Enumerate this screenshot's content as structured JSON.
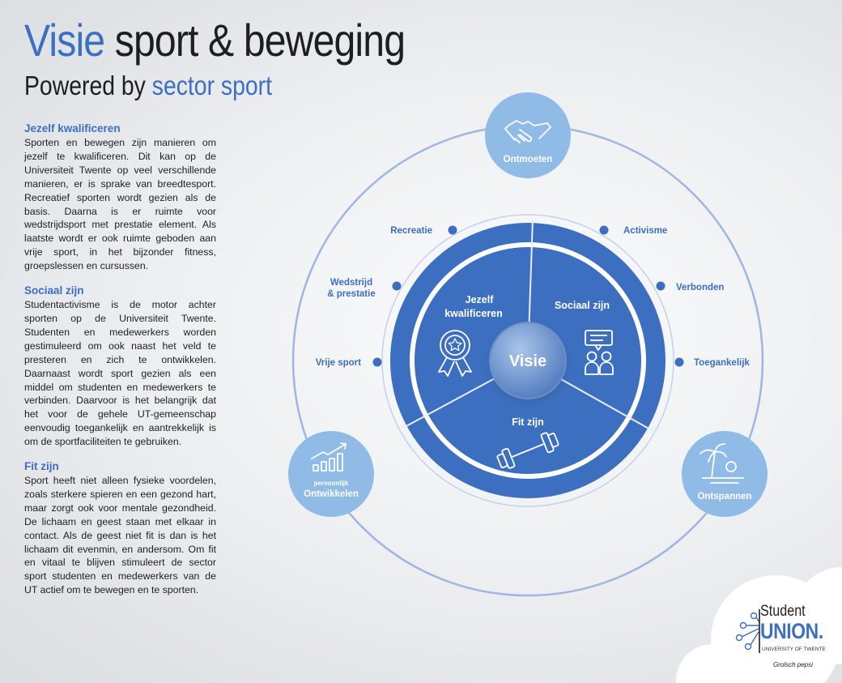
{
  "header": {
    "title_accent": "Visie",
    "title_rest": "sport & beweging",
    "subtitle_lead": "Powered by",
    "subtitle_accent": "sector sport"
  },
  "sections": [
    {
      "heading": "Jezelf kwalificeren",
      "body": "Sporten en bewegen zijn manieren om jezelf te kwalificeren. Dit kan op de Universiteit Twente op veel verschillende manieren, er is sprake van breedtesport. Recreatief sporten wordt gezien als de basis. Daarna is er ruimte voor wedstrijdsport met prestatie element. Als laatste wordt er ook ruimte geboden aan vrije sport, in het bijzonder fitness, groepslessen en cursussen."
    },
    {
      "heading": "Sociaal zijn",
      "body": "Studentactivisme is de motor achter sporten op de Universiteit Twente. Studenten en medewerkers worden gestimuleerd om ook naast het veld te presteren en zich te ontwikkelen. Daarnaast wordt sport gezien als een middel om studenten en medewerkers te verbinden. Daarvoor is het belangrijk dat het voor de gehele UT-gemeenschap eenvoudig toegankelijk en aantrekkelijk is om de sportfaciliteiten te gebruiken."
    },
    {
      "heading": "Fit zijn",
      "body": "Sport heeft niet alleen fysieke voordelen, zoals sterkere spieren en een gezond hart, maar zorgt ook voor mentale gezondheid. De lichaam en geest staan met elkaar in contact. Als de geest niet fit is dan is het lichaam dit evenmin, en andersom. Om fit en vitaal te blijven stimuleert de sector sport studenten en medewerkers van de UT actief om te bewegen en te sporten."
    }
  ],
  "diagram": {
    "center": "Visie",
    "segments": {
      "jezelf_line1": "Jezelf",
      "jezelf_line2": "kwalificeren",
      "sociaal": "Sociaal zijn",
      "fit": "Fit zijn"
    },
    "ring_labels": {
      "recreatie": "Recreatie",
      "wedstrijd_line1": "Wedstrijd",
      "wedstrijd_line2": "& prestatie",
      "vrije_sport": "Vrije sport",
      "activisme": "Activisme",
      "verbonden": "Verbonden",
      "toegankelijk": "Toegankelijk"
    },
    "outer_nodes": {
      "ontmoeten": "Ontmoeten",
      "ontwikkelen_small": "persoonlijk",
      "ontwikkelen": "Ontwikkelen",
      "ontspannen": "Ontspannen"
    },
    "colors": {
      "primary": "#3d6fc0",
      "node": "#8fbbe6",
      "ring": "#9fb6e3",
      "dot": "#3d6fc0"
    }
  },
  "logo": {
    "student": "Student",
    "union": "UNION.",
    "university": "UNIVERSITY OF TWENTE",
    "sponsors": "Grolsch  pepsi"
  }
}
